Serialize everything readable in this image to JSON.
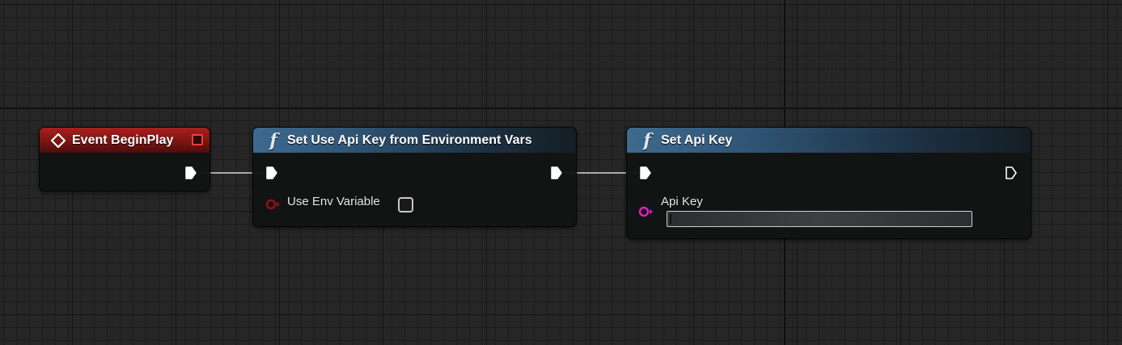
{
  "nodes": {
    "event_begin_play": {
      "title": "Event BeginPlay",
      "header_color": "#a8201e"
    },
    "set_use_api_key": {
      "title": "Set Use Api Key from Environment Vars",
      "header_color": "#3e6a8f",
      "inputs": {
        "use_env_variable": {
          "label": "Use Env Variable",
          "checked": false,
          "pin_color": "#9b1010"
        }
      }
    },
    "set_api_key": {
      "title": "Set Api Key",
      "header_color": "#3e6a8f",
      "inputs": {
        "api_key": {
          "label": "Api Key",
          "value": "",
          "pin_color": "#e020c8"
        }
      }
    }
  },
  "icons": {
    "function": "f",
    "event": "diamond-icon",
    "exec_pin": "exec-arrow-icon"
  },
  "wire_color": "#d9d9d9",
  "canvas_bg": "#262626"
}
